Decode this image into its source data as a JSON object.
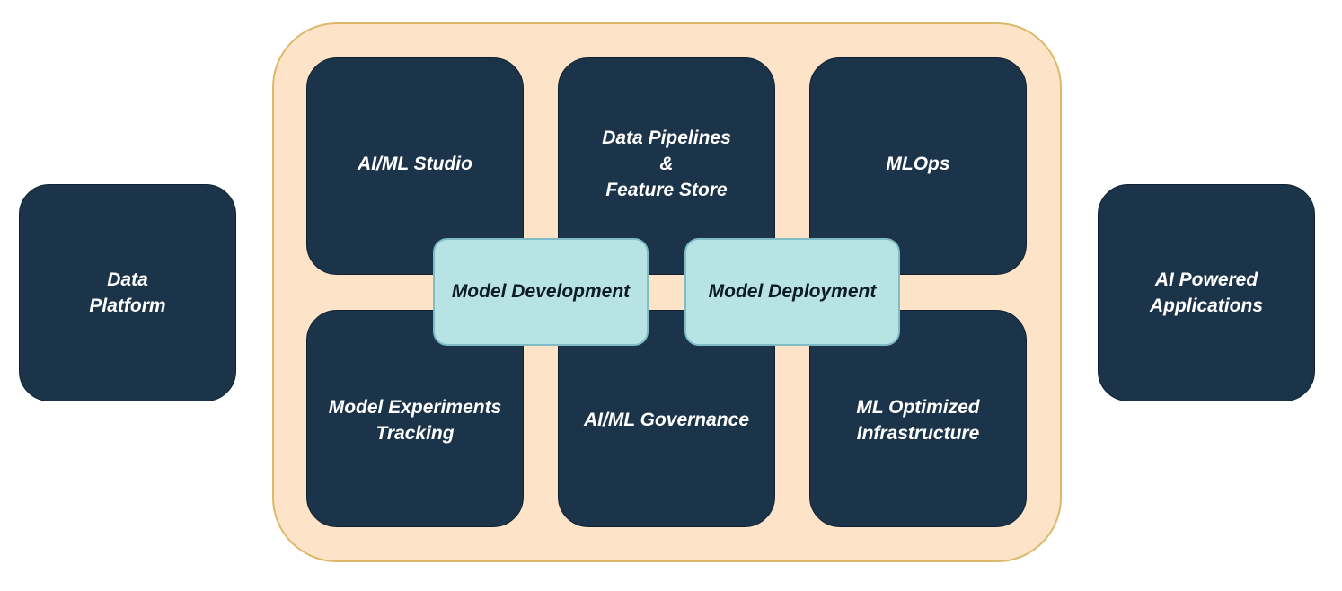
{
  "left_box": {
    "lines": [
      "Data",
      "Platform"
    ]
  },
  "right_box": {
    "lines": [
      "AI Powered",
      "Applications"
    ]
  },
  "grid": {
    "top_left": {
      "lines": [
        "AI/ML Studio"
      ]
    },
    "top_middle": {
      "lines": [
        "Data Pipelines",
        "&",
        "Feature Store"
      ]
    },
    "top_right": {
      "lines": [
        "MLOps"
      ]
    },
    "bottom_left": {
      "lines": [
        "Model Experiments",
        "Tracking"
      ]
    },
    "bottom_middle": {
      "lines": [
        "AI/ML Governance"
      ]
    },
    "bottom_right": {
      "lines": [
        "ML Optimized",
        "Infrastructure"
      ]
    }
  },
  "overlays": {
    "development": {
      "label": "Model Development"
    },
    "deployment": {
      "label": "Model Deployment"
    }
  },
  "colors": {
    "dark_box": "#1b3449",
    "container_fill": "#fde4c9",
    "container_border": "#dcb96a",
    "overlay_fill": "#b8e3e5",
    "overlay_border": "#7fbcc4"
  }
}
